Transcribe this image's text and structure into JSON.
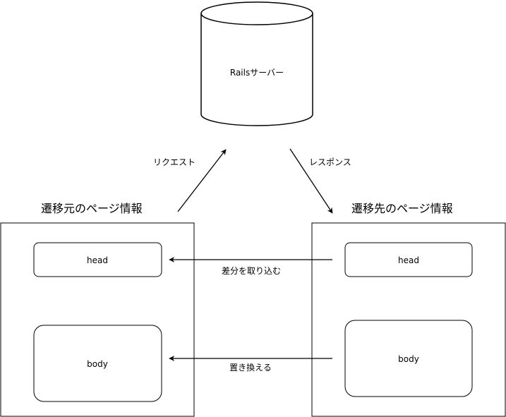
{
  "server": {
    "label": "Railsサーバー"
  },
  "arrows": {
    "request": "リクエスト",
    "response": "レスポンス",
    "merge_head": "差分を取り込む",
    "replace_body": "置き換える"
  },
  "source_page": {
    "title": "遷移元のページ情報",
    "head_label": "head",
    "body_label": "body"
  },
  "target_page": {
    "title": "遷移先のページ情報",
    "head_label": "head",
    "body_label": "body"
  }
}
